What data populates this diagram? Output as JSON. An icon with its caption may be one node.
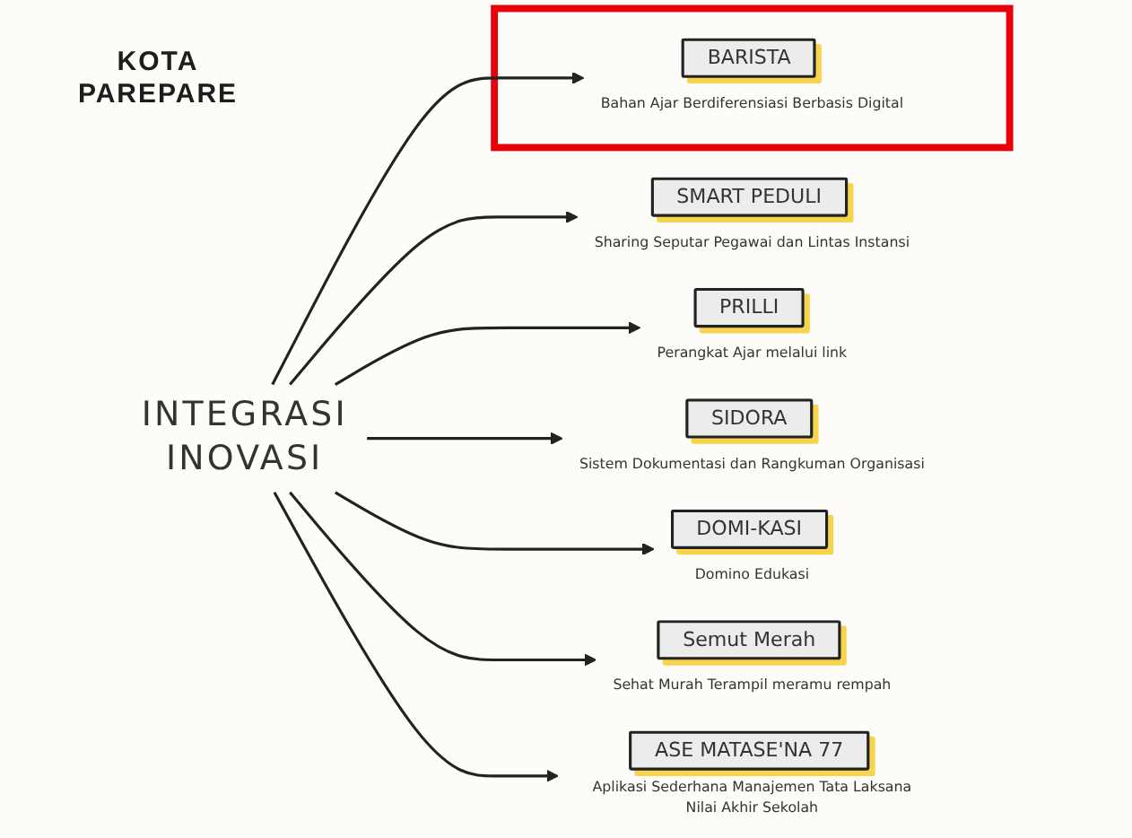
{
  "diagram": {
    "nodes": [
      {
        "text": [
          "SMART PEDULI"
        ],
        "beside": [
          "Sharing Seputar Pegawai dan Lintas Instansi"
        ]
      },
      {
        "text": [
          "PRILLI"
        ],
        "beside": [
          "Perangkat Ajar melalui link"
        ]
      },
      {
        "text": [
          "SIDORA"
        ],
        "beside": [
          "Sistem Dokumentasi dan Rangkuman Organisasi"
        ]
      },
      {
        "text": [
          "INTEGRASI INOVASI"
        ]
      },
      {
        "text": [
          "DOMI-KASI"
        ],
        "beside": [
          "Domino Edukasi"
        ]
      },
      {
        "text": [
          "Semut Merah"
        ],
        "beside": [
          "Sehat Murah Terampil meramu rempah"
        ]
      },
      {
        "text": [],
        "shape": "box"
      },
      {
        "text": [
          "BARISTA"
        ],
        "beside": [
          "Bahan Ajar Berdiferensiasi Berbasis Digital"
        ],
        "in": 6
      },
      {
        "text": [
          "ASE MATASE'NA 77"
        ],
        "beside": [
          "Aplikasi Sederhana Manajemen Tata Laksana Nilai Akhir Sekolah"
        ]
      }
    ],
    "edges": [
      {
        "from": 3,
        "to": 0,
        "arrow": "to"
      },
      {
        "from": 3,
        "to": 1,
        "arrow": "to"
      },
      {
        "from": 3,
        "to": 2,
        "arrow": "to"
      },
      {
        "from": 3,
        "to": 4,
        "arrow": "to"
      },
      {
        "from": 3,
        "to": 5,
        "arrow": "to"
      },
      {
        "from": 3,
        "to": 7,
        "arrow": "to"
      },
      {
        "from": 3,
        "to": 8,
        "arrow": "to"
      }
    ],
    "labels": [
      "KOTA PAREPARE"
    ]
  }
}
